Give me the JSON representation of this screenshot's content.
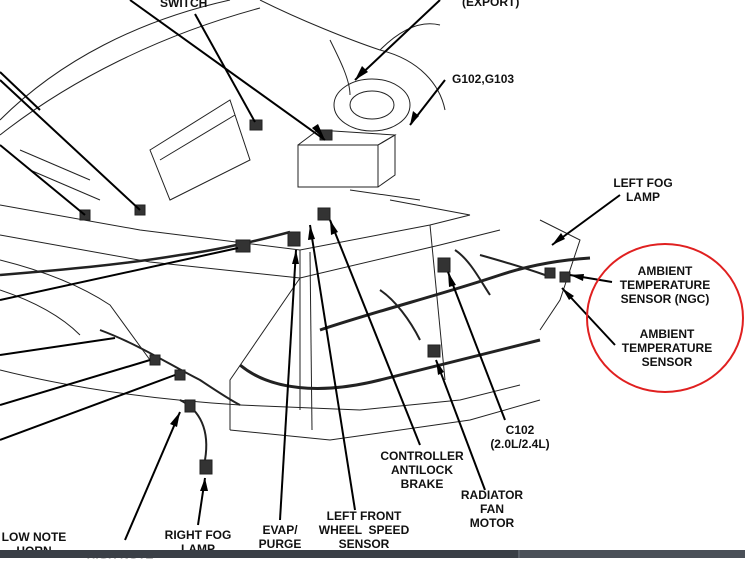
{
  "labels": {
    "switch": "SWITCH",
    "export": "(EXPORT)",
    "g102_g103": "G102,G103",
    "left_fog_lamp": [
      "LEFT FOG",
      "LAMP"
    ],
    "ambient_temp_ngc": [
      "AMBIENT",
      "TEMPERATURE",
      "SENSOR (NGC)"
    ],
    "ambient_temp": [
      "AMBIENT",
      "TEMPERATURE",
      "SENSOR"
    ],
    "c102": [
      "C102",
      "(2.0L/2.4L)"
    ],
    "controller_antilock": [
      "CONTROLLER",
      "ANTILOCK",
      "BRAKE"
    ],
    "radiator_fan": [
      "RADIATOR",
      "FAN",
      "MOTOR"
    ],
    "left_front_wheel": [
      "LEFT FRONT",
      "WHEEL  SPEED",
      "SENSOR"
    ],
    "evap_purge": [
      "EVAP/",
      "PURGE"
    ],
    "right_fog_lamp": [
      "RIGHT FOG",
      "LAMP"
    ],
    "low_note_horn": [
      "LOW NOTE",
      "HORN"
    ],
    "high_note": "HIGH NOTE"
  },
  "colors": {
    "annotation_circle": "#e02020",
    "line": "#000000"
  }
}
